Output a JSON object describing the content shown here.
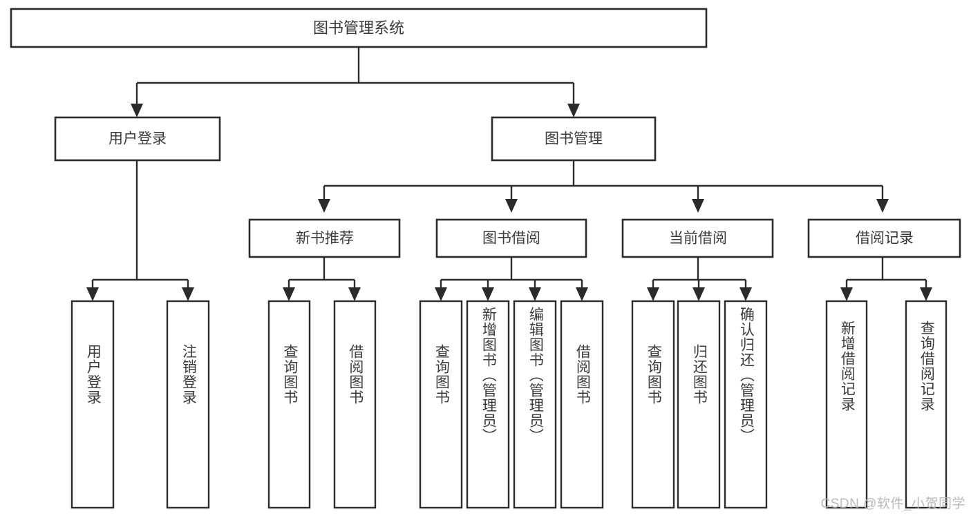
{
  "diagram": {
    "type": "tree",
    "title_node": {
      "label": "图书管理系统"
    },
    "level2": [
      {
        "label": "用户登录"
      },
      {
        "label": "图书管理"
      }
    ],
    "level3": [
      {
        "label": "新书推荐"
      },
      {
        "label": "图书借阅"
      },
      {
        "label": "当前借阅"
      },
      {
        "label": "借阅记录"
      }
    ],
    "leaves": {
      "user_login": [
        {
          "label": "用户登录"
        },
        {
          "label": "注销登录"
        }
      ],
      "new_book_recommend": [
        {
          "label": "查询图书"
        },
        {
          "label": "借阅图书"
        }
      ],
      "book_borrow": [
        {
          "label": "查询图书"
        },
        {
          "label": "新增图书（管理员）"
        },
        {
          "label": "编辑图书（管理员）"
        },
        {
          "label": "借阅图书"
        }
      ],
      "current_borrow": [
        {
          "label": "查询图书"
        },
        {
          "label": "归还图书"
        },
        {
          "label": "确认归还（管理员）"
        }
      ],
      "borrow_record": [
        {
          "label": "新增借阅记录"
        },
        {
          "label": "查询借阅记录"
        }
      ]
    }
  },
  "watermark": {
    "text": "CSDN @软件_小贺同学"
  },
  "colors": {
    "stroke": "#2b2b2b",
    "text": "#3a3a3a",
    "background": "#ffffff",
    "watermark": "#b9b9b9"
  }
}
